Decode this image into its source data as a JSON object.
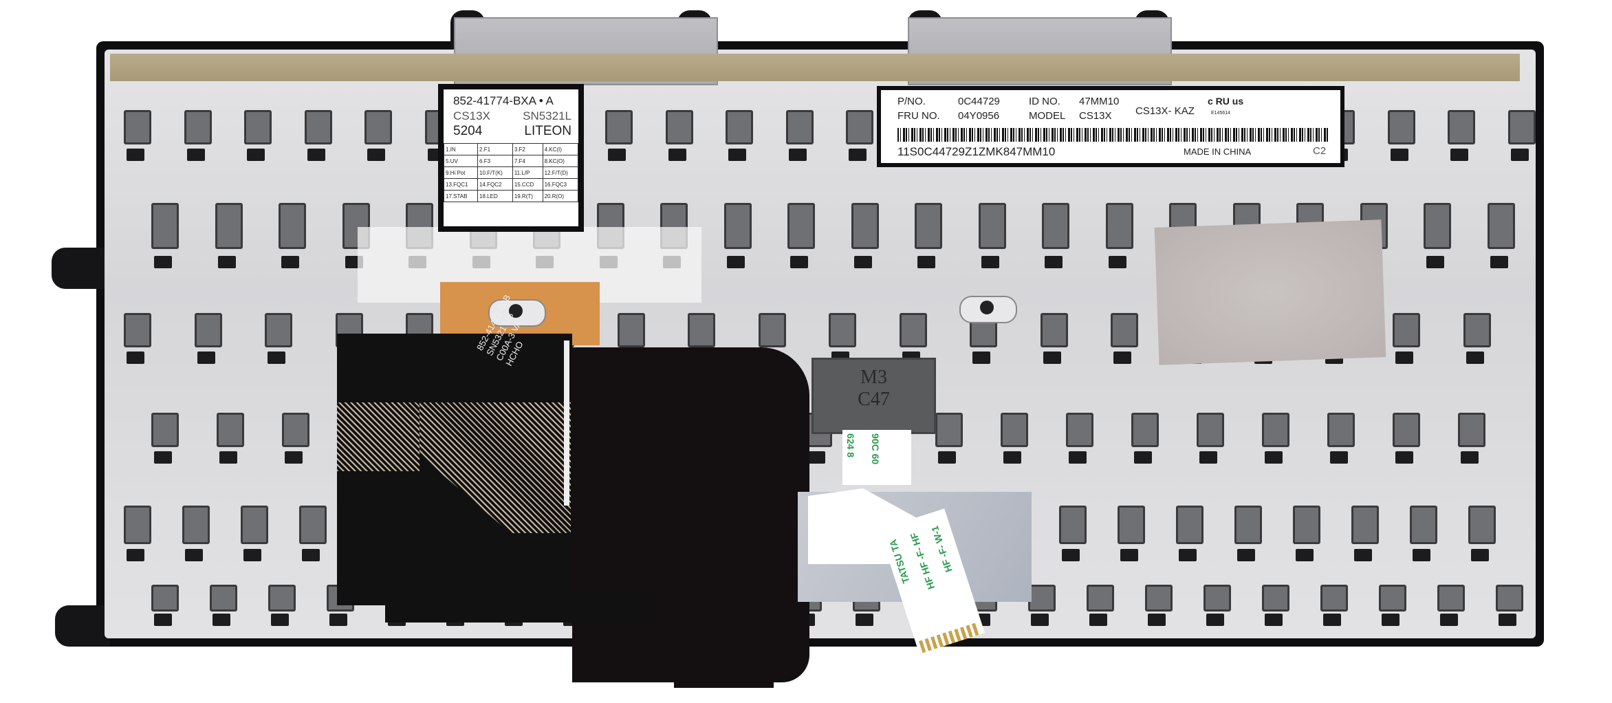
{
  "left_label": {
    "part_line": "852-41774-BXA  •  A",
    "model": "CS13X",
    "serial": "SN5321L",
    "code": "5204",
    "maker": "LITEON",
    "grid": [
      [
        "1.IN",
        "2.F1",
        "3.F2",
        "4.KC(I)"
      ],
      [
        "5.UV",
        "6.F3",
        "7.F4",
        "8.KC(O)"
      ],
      [
        "9.Hi Pot",
        "10.F/T(K)",
        "11.L/P",
        "12.F/T(D)"
      ],
      [
        "13.FQC1",
        "14.FQC2",
        "15.CCD",
        "16.FQC3"
      ],
      [
        "17.STAB",
        "18.LED",
        "19.R(T)",
        "20.R(O)"
      ]
    ]
  },
  "right_label": {
    "pno_label": "P/NO.",
    "pno": "0C44729",
    "fru_label": "FRU  NO.",
    "fru": "04Y0956",
    "id_label": "ID NO.",
    "id": "47MM10",
    "model_label": "MODEL",
    "model": "CS13X",
    "variant": "CS13X- KAZ",
    "cert": "c RU us",
    "cert_no": "E145614",
    "serial": "11S0C44729Z1ZMK847MM10",
    "origin": "MADE IN CHINA",
    "rev": "C2"
  },
  "flex_print": [
    "852-41421-00B",
    "SN5321 US",
    "C00A-3 VA",
    "HCHO"
  ],
  "connector": {
    "line1": "M3",
    "line2": "C47"
  },
  "cable_print": {
    "top": [
      "624 8",
      "90C 60"
    ],
    "bottom": [
      "TATSU  TA",
      "HF  HF -F- HF",
      "HF -F- W-1"
    ]
  }
}
